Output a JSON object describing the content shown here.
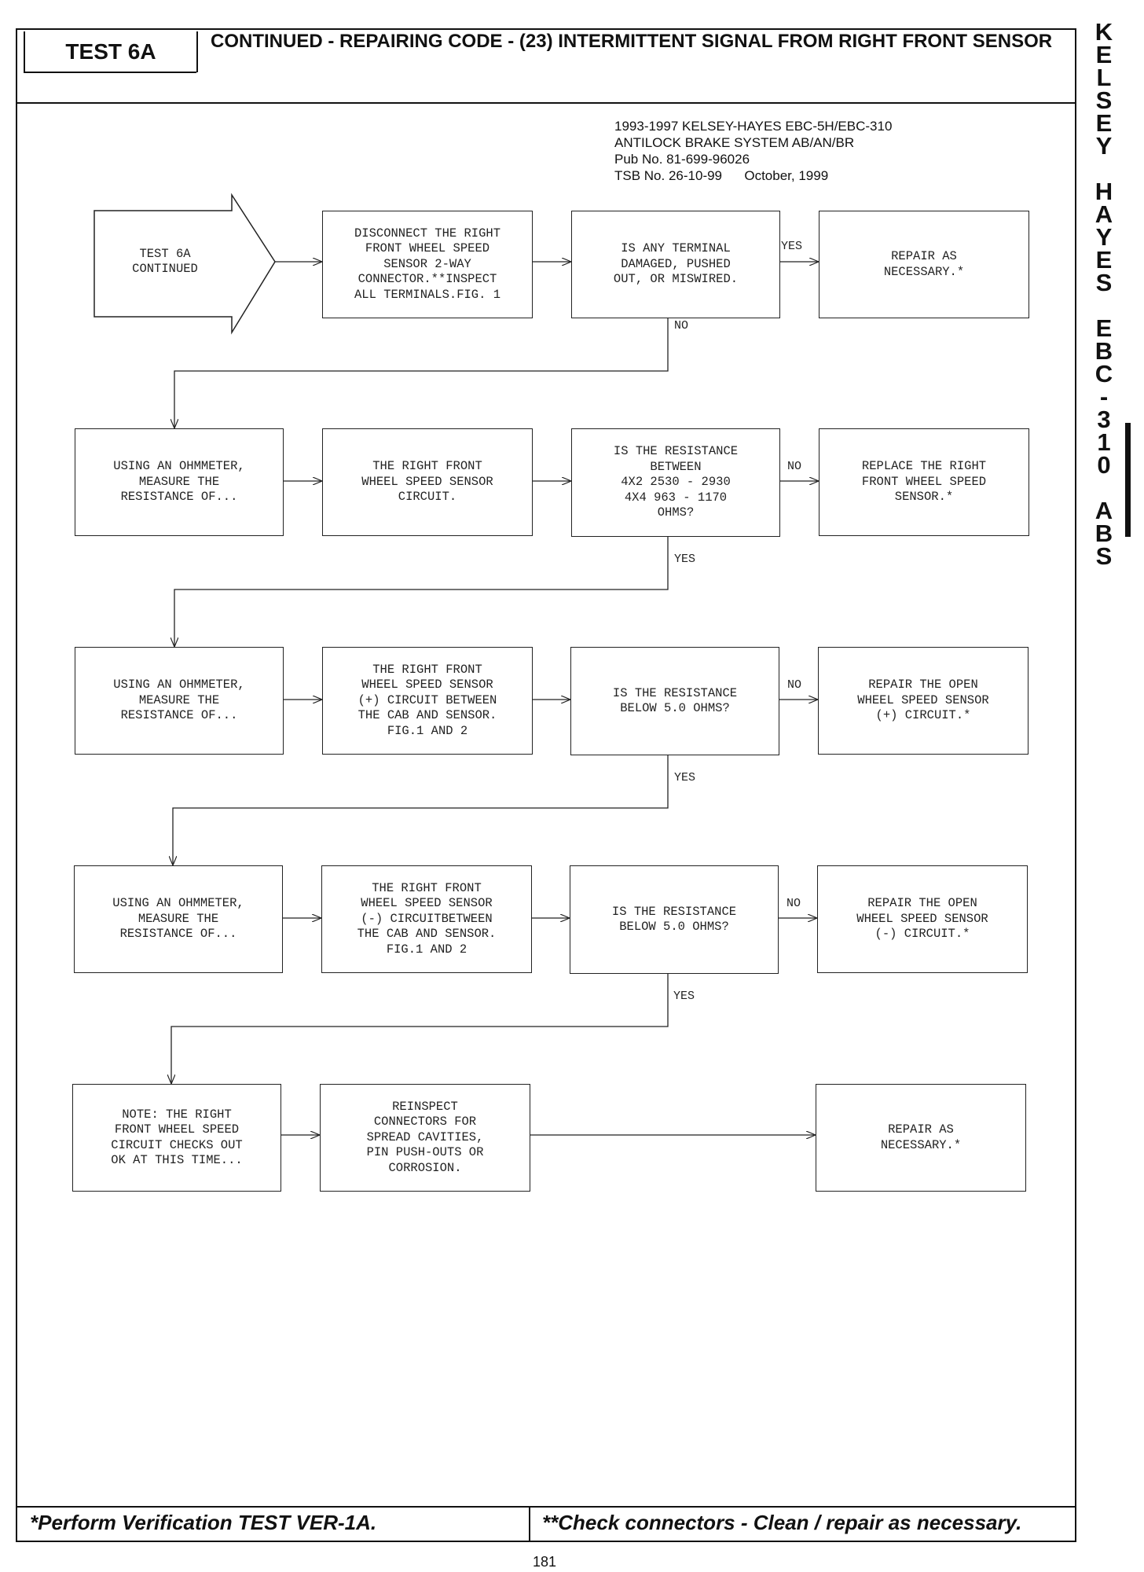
{
  "header": {
    "test_label": "TEST 6A",
    "title": "CONTINUED - REPAIRING CODE - (23) INTERMITTENT SIGNAL FROM RIGHT FRONT SENSOR"
  },
  "publication": {
    "line1": "1993-1997 KELSEY-HAYES EBC-5H/EBC-310",
    "line2": "ANTILOCK BRAKE SYSTEM AB/AN/BR",
    "line3": "Pub No. 81-699-96026",
    "line4": "TSB No. 26-10-99      October, 1999"
  },
  "sidebar": {
    "letters": [
      "K",
      "E",
      "L",
      "S",
      "E",
      "Y",
      "",
      "H",
      "A",
      "Y",
      "E",
      "S",
      "",
      "E",
      "B",
      "C",
      "-",
      "3",
      "1",
      "0",
      "",
      "A",
      "B",
      "S"
    ]
  },
  "flow": {
    "start": "TEST 6A\nCONTINUED",
    "row1": {
      "step": "DISCONNECT THE RIGHT\nFRONT WHEEL SPEED\nSENSOR 2-WAY\nCONNECTOR.**INSPECT\nALL TERMINALS.FIG. 1",
      "question": "IS ANY TERMINAL\nDAMAGED, PUSHED\nOUT, OR MISWIRED.",
      "result": "REPAIR AS\nNECESSARY.*"
    },
    "row2": {
      "action": "USING AN OHMMETER,\nMEASURE THE\nRESISTANCE OF...",
      "target": "THE RIGHT FRONT\nWHEEL SPEED SENSOR\nCIRCUIT.",
      "question": "IS THE RESISTANCE\nBETWEEN\n4X2 2530 - 2930\n4X4 963 - 1170\nOHMS?",
      "result": "REPLACE THE RIGHT\nFRONT WHEEL SPEED\nSENSOR.*"
    },
    "row3": {
      "action": "USING AN OHMMETER,\nMEASURE THE\nRESISTANCE OF...",
      "target": "THE RIGHT FRONT\nWHEEL SPEED SENSOR\n(+) CIRCUIT BETWEEN\nTHE CAB AND SENSOR.\nFIG.1 AND 2",
      "question": "IS THE RESISTANCE\nBELOW 5.0 OHMS?",
      "result": "REPAIR THE OPEN\nWHEEL SPEED SENSOR\n(+) CIRCUIT.*"
    },
    "row4": {
      "action": "USING AN OHMMETER,\nMEASURE THE\nRESISTANCE OF...",
      "target": "THE RIGHT FRONT\nWHEEL SPEED SENSOR\n(-) CIRCUITBETWEEN\nTHE CAB AND SENSOR.\nFIG.1 AND 2",
      "question": "IS THE RESISTANCE\nBELOW 5.0 OHMS?",
      "result": "REPAIR THE OPEN\nWHEEL SPEED SENSOR\n(-) CIRCUIT.*"
    },
    "row5": {
      "note": "NOTE:  THE RIGHT\nFRONT WHEEL SPEED\nCIRCUIT CHECKS OUT\nOK AT THIS TIME...",
      "step": "REINSPECT\nCONNECTORS FOR\nSPREAD CAVITIES,\nPIN PUSH-OUTS OR\nCORROSION.",
      "result": "REPAIR AS\nNECESSARY.*"
    },
    "labels": {
      "yes": "YES",
      "no": "NO"
    }
  },
  "footer": {
    "left": "*Perform Verification TEST VER-1A.",
    "right": "**Check connectors - Clean / repair as necessary."
  },
  "page_number": "181"
}
